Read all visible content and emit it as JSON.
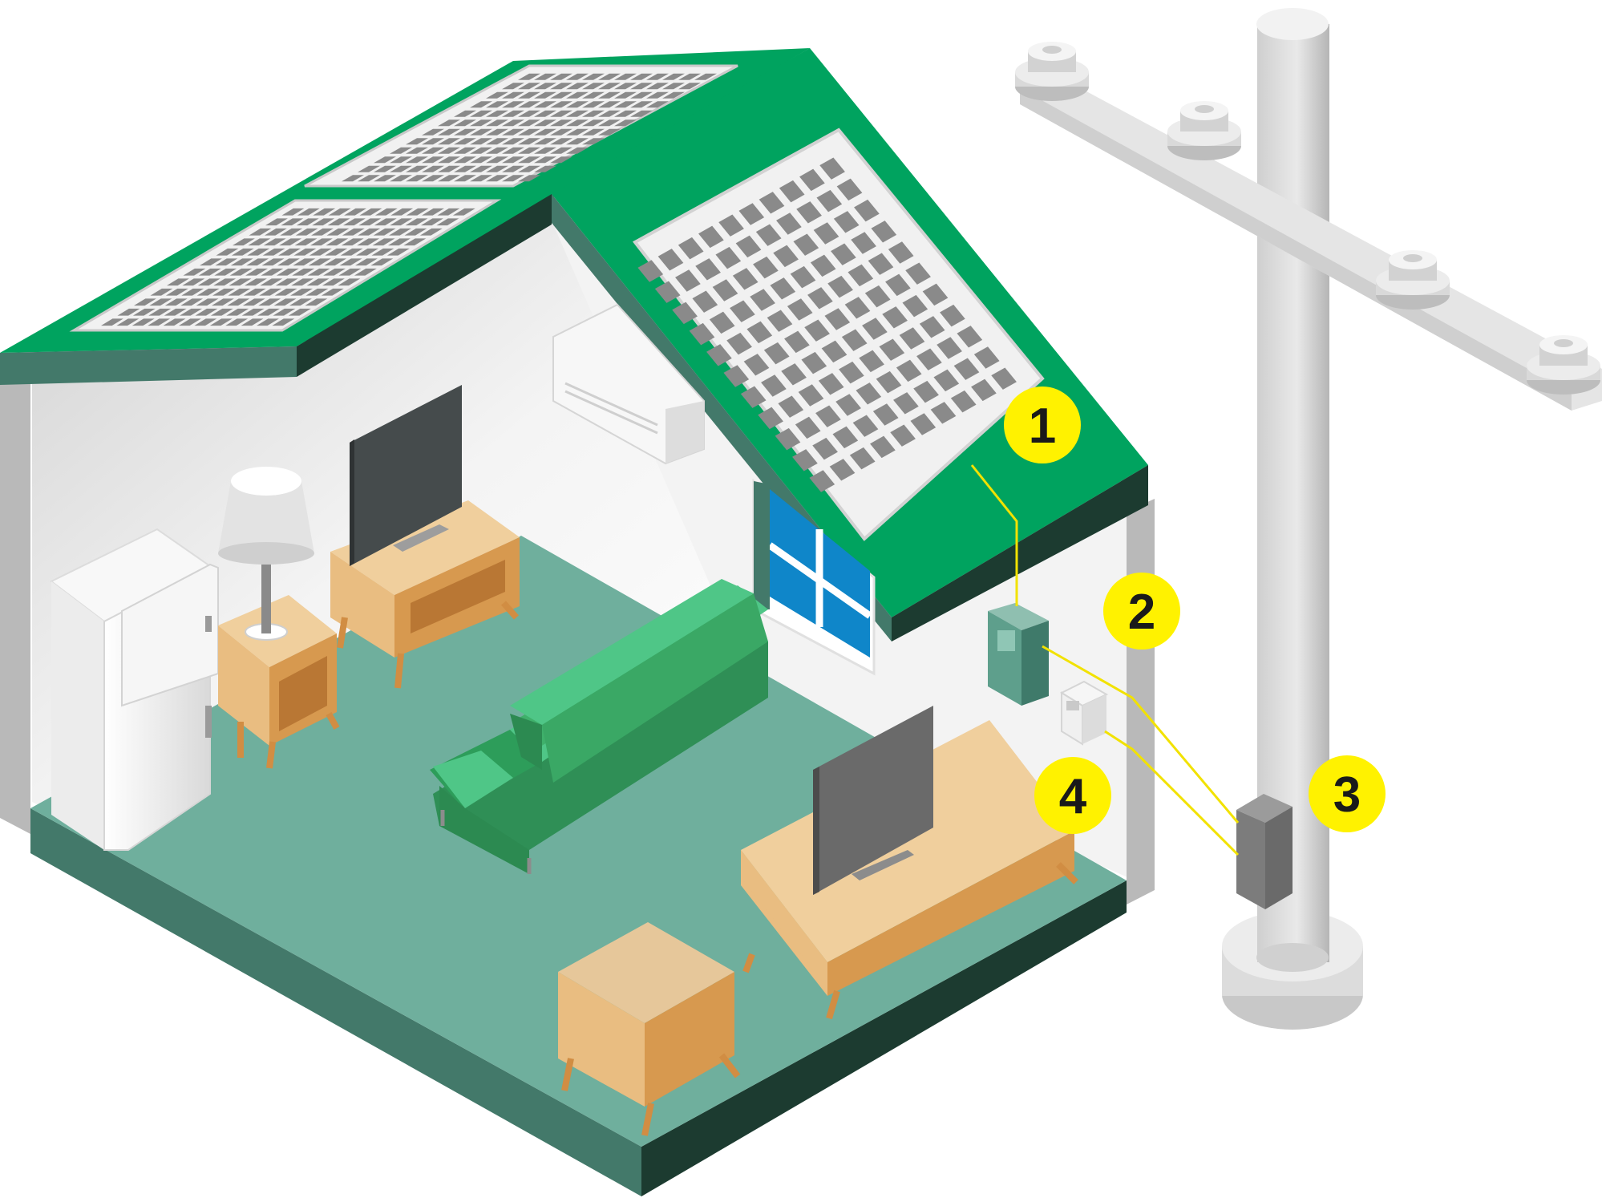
{
  "callouts": [
    {
      "id": 1,
      "label": "1"
    },
    {
      "id": 2,
      "label": "2"
    },
    {
      "id": 3,
      "label": "3"
    },
    {
      "id": 4,
      "label": "4"
    }
  ],
  "colors": {
    "roof": "#00a35f",
    "roof_dark": "#1c3b30",
    "floor": "#6faf9d",
    "floor_edge": "#43796a",
    "wall": "#ededed",
    "panel_cell": "#8a8a8a",
    "callout": "#fff200",
    "wire": "#f2e200",
    "wood": "#e9bd81",
    "sofa": "#4fc687",
    "pole": "#d6d6d6"
  }
}
